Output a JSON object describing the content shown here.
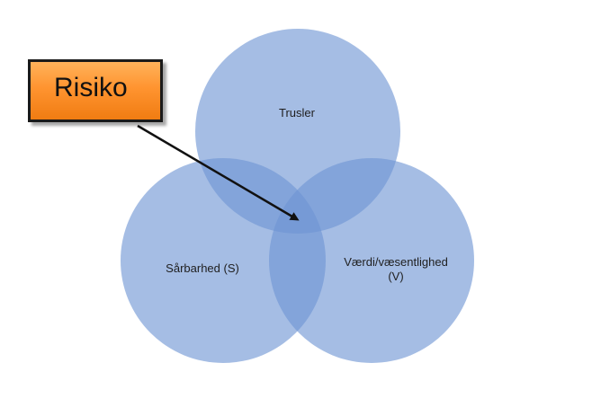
{
  "callout": {
    "label": "Risiko"
  },
  "circles": [
    {
      "id": "trusler",
      "label": "Trusler"
    },
    {
      "id": "sarbarhed",
      "label": "Sårbarhed (S)"
    },
    {
      "id": "vaerdi",
      "label": "Værdi/væsentlighed\n(V)"
    }
  ],
  "colors": {
    "circle_fill": "#6d95d3",
    "circle_opacity": "0.62",
    "callout_fill": "#ff9430",
    "callout_border": "#1a1a1a",
    "arrow": "#111111"
  }
}
